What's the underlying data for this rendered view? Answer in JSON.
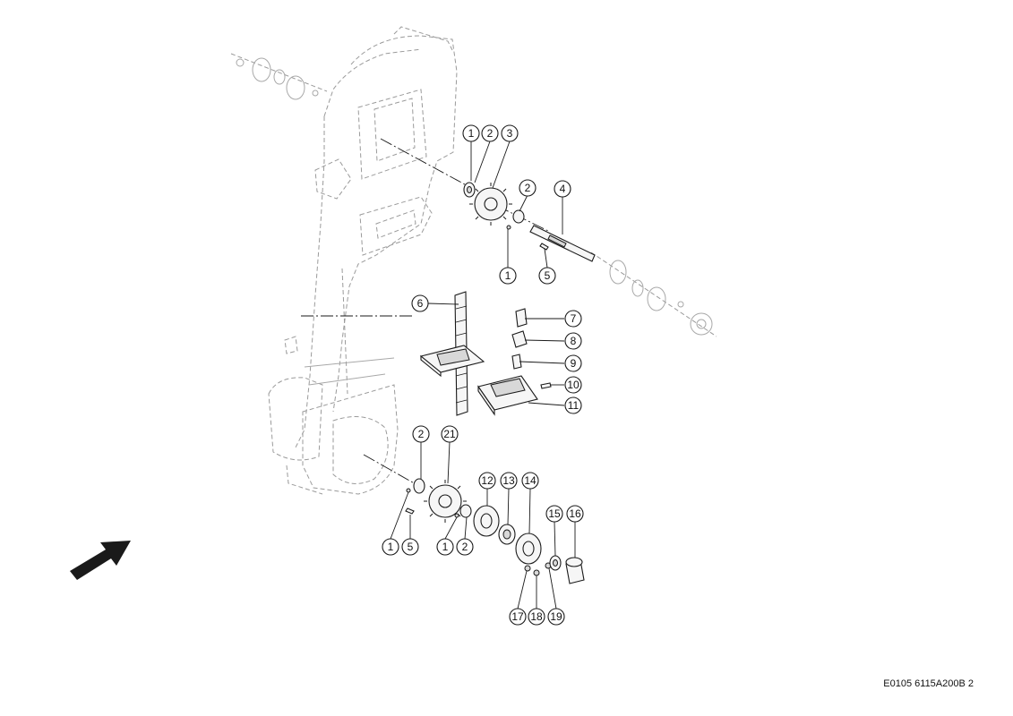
{
  "drawing": {
    "code": "E0105 6115A200B 2"
  },
  "callouts": [
    {
      "id": "c1a",
      "label": "1"
    },
    {
      "id": "c2a",
      "label": "2"
    },
    {
      "id": "c3",
      "label": "3"
    },
    {
      "id": "c2b",
      "label": "2"
    },
    {
      "id": "c4",
      "label": "4"
    },
    {
      "id": "c1b",
      "label": "1"
    },
    {
      "id": "c5a",
      "label": "5"
    },
    {
      "id": "c6",
      "label": "6"
    },
    {
      "id": "c7",
      "label": "7"
    },
    {
      "id": "c8",
      "label": "8"
    },
    {
      "id": "c9",
      "label": "9"
    },
    {
      "id": "c10",
      "label": "10"
    },
    {
      "id": "c11",
      "label": "11"
    },
    {
      "id": "c2c",
      "label": "2"
    },
    {
      "id": "c21",
      "label": "21"
    },
    {
      "id": "c12",
      "label": "12"
    },
    {
      "id": "c13",
      "label": "13"
    },
    {
      "id": "c14",
      "label": "14"
    },
    {
      "id": "c15",
      "label": "15"
    },
    {
      "id": "c16",
      "label": "16"
    },
    {
      "id": "c1c",
      "label": "1"
    },
    {
      "id": "c5b",
      "label": "5"
    },
    {
      "id": "c1d",
      "label": "1"
    },
    {
      "id": "c2d",
      "label": "2"
    },
    {
      "id": "c17",
      "label": "17"
    },
    {
      "id": "c18",
      "label": "18"
    },
    {
      "id": "c19",
      "label": "19"
    }
  ],
  "icons": {
    "direction_arrow": "direction-arrow-icon"
  }
}
